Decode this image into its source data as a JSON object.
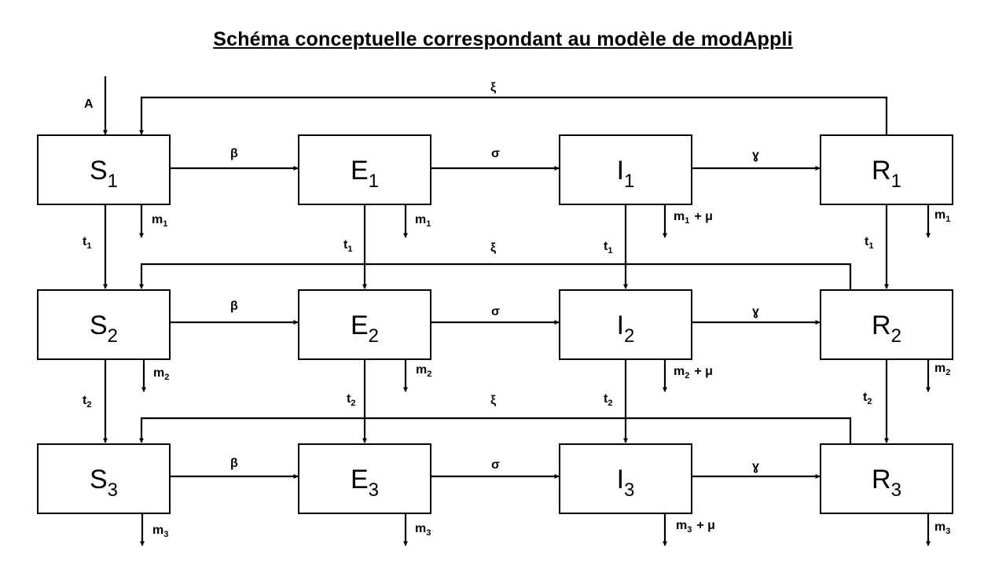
{
  "title": "Schéma conceptuelle correspondant au modèle de modAppli",
  "input_label": "A",
  "rows": [
    {
      "compartments": [
        {
          "letter": "S",
          "index": "1"
        },
        {
          "letter": "E",
          "index": "1"
        },
        {
          "letter": "I",
          "index": "1"
        },
        {
          "letter": "R",
          "index": "1"
        }
      ],
      "transitions": [
        "β",
        "σ",
        "ɣ"
      ],
      "mortality": [
        "m",
        "m",
        "m",
        "m"
      ],
      "mortality_suffix_I": "+ μ",
      "feedback": "ξ"
    },
    {
      "compartments": [
        {
          "letter": "S",
          "index": "2"
        },
        {
          "letter": "E",
          "index": "2"
        },
        {
          "letter": "I",
          "index": "2"
        },
        {
          "letter": "R",
          "index": "2"
        }
      ],
      "transitions": [
        "β",
        "σ",
        "ɣ"
      ],
      "mortality": [
        "m",
        "m",
        "m",
        "m"
      ],
      "mortality_suffix_I": "+ μ",
      "feedback": "ξ"
    },
    {
      "compartments": [
        {
          "letter": "S",
          "index": "3"
        },
        {
          "letter": "E",
          "index": "3"
        },
        {
          "letter": "I",
          "index": "3"
        },
        {
          "letter": "R",
          "index": "3"
        }
      ],
      "transitions": [
        "β",
        "σ",
        "ɣ"
      ],
      "mortality": [
        "m",
        "m",
        "m",
        "m"
      ],
      "mortality_suffix_I": "+ μ",
      "feedback": "ξ"
    }
  ],
  "aging": [
    {
      "letter": "t",
      "index": "1"
    },
    {
      "letter": "t",
      "index": "2"
    }
  ]
}
